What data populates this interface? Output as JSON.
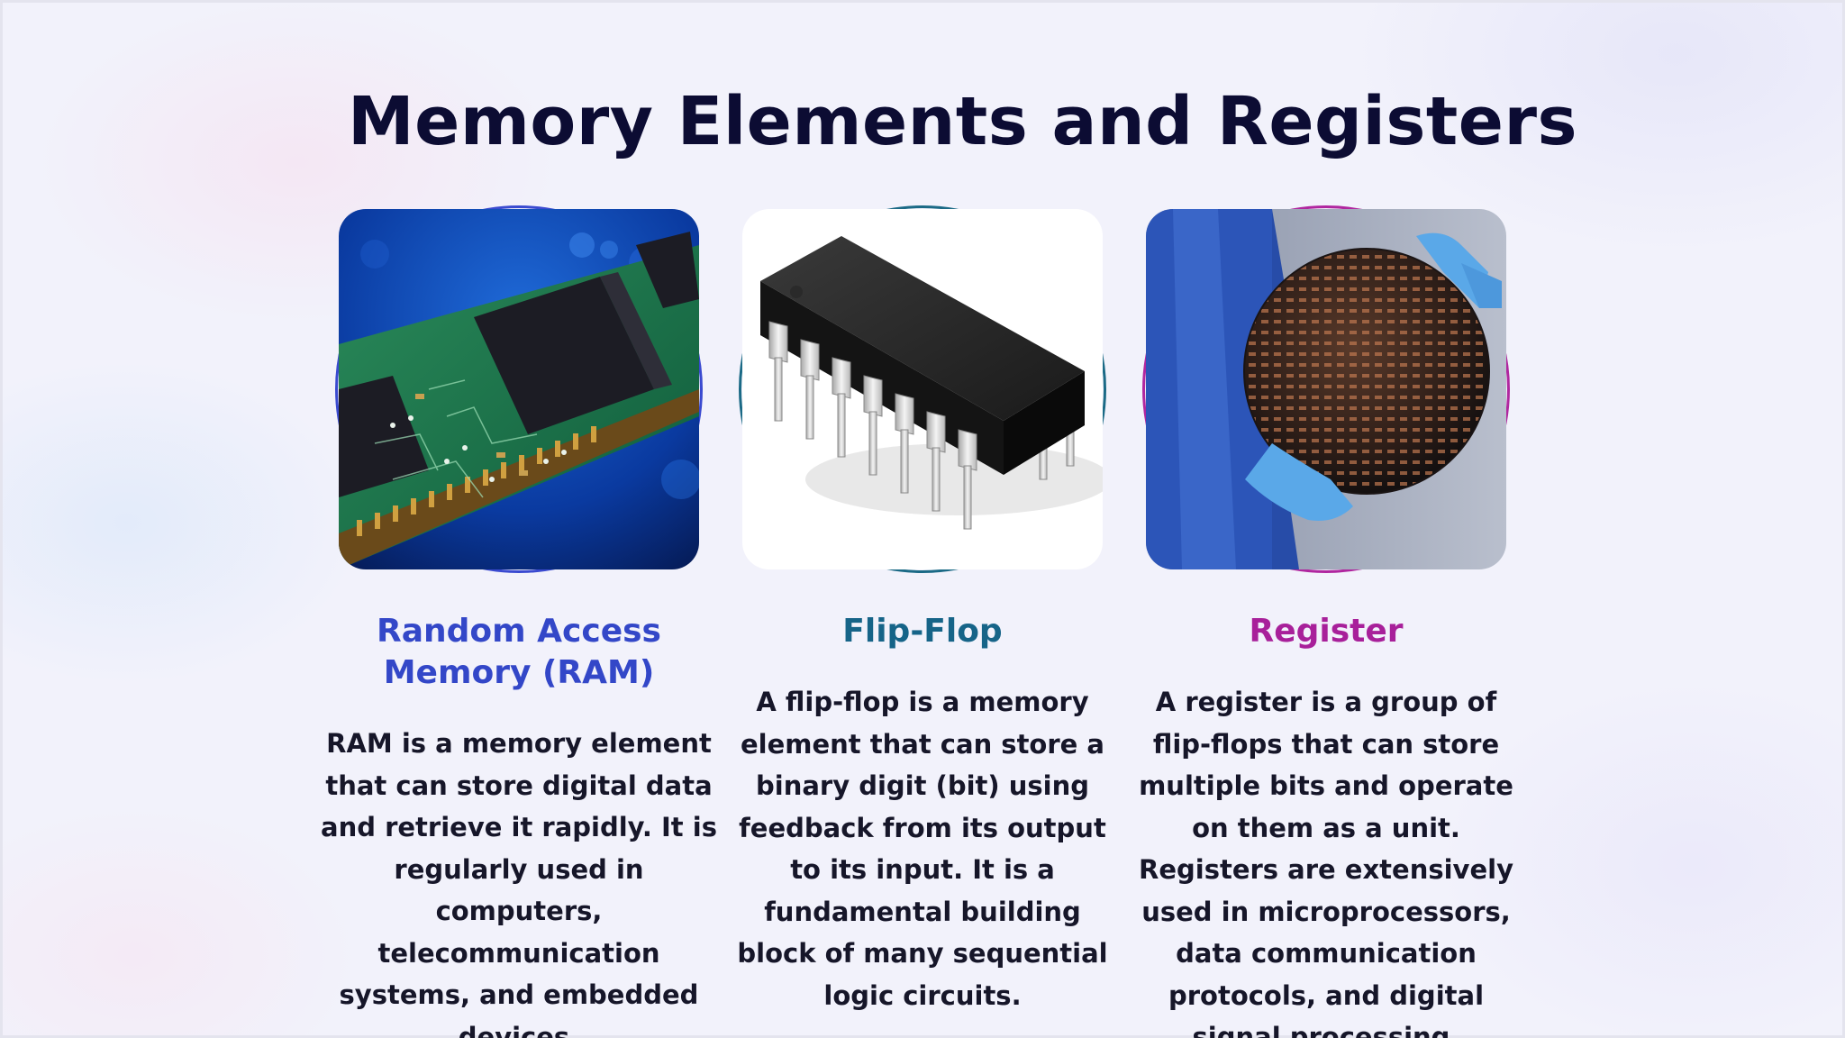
{
  "slide": {
    "title": "Memory Elements and Registers"
  },
  "cards": [
    {
      "title": "Random Access Memory (RAM)",
      "body": "RAM is a memory element that can store digital data and retrieve it rapidly. It is regularly used in computers, telecommunication systems, and embedded devices.",
      "accent_color": "#3347c8",
      "ring_color": "#3a4ad0",
      "image": "ram-module-circuit-board"
    },
    {
      "title": "Flip-Flop",
      "body": "A flip-flop is a memory element that can store a binary digit (bit) using feedback from its output to its input. It is a fundamental building block of many sequential logic circuits.",
      "accent_color": "#166488",
      "ring_color": "#1b6a86",
      "image": "dip-integrated-circuit-chip"
    },
    {
      "title": "Register",
      "body": "A register is a group of flip-flops that can store multiple bits and operate on them as a unit. Registers are extensively used in microprocessors, data communication protocols, and digital signal processing.",
      "accent_color": "#a8209a",
      "ring_color": "#b0269f",
      "image": "silicon-wafer-held-by-gloved-hands"
    }
  ]
}
